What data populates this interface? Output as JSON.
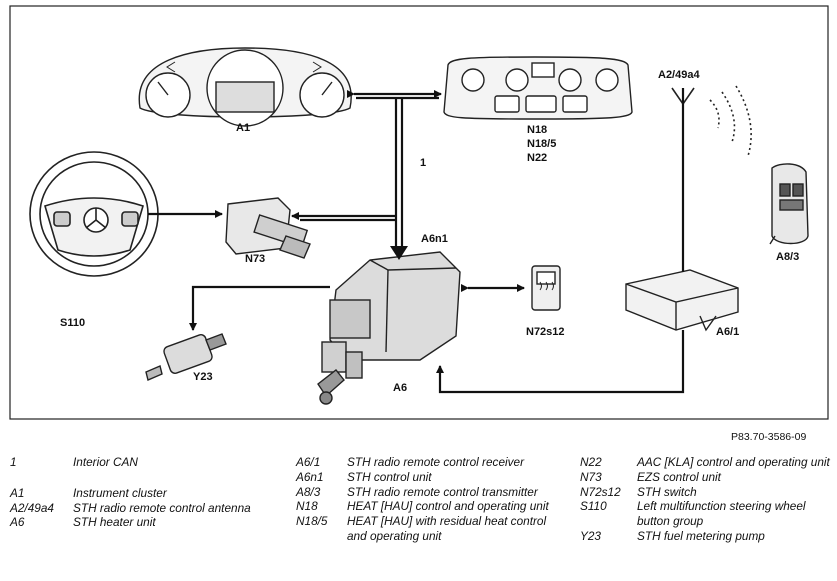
{
  "diagram": {
    "labels": {
      "a1": "A1",
      "n18_group": [
        "N18",
        "N18/5",
        "N22"
      ],
      "antenna": "A2/49a4",
      "can": "1",
      "a6n1": "A6n1",
      "n73": "N73",
      "s110": "S110",
      "y23": "Y23",
      "a6": "A6",
      "n72s12": "N72s12",
      "a6_1": "A6/1",
      "a8_3": "A8/3"
    },
    "doc_number": "P83.70-3586-09"
  },
  "legend": {
    "col1": [
      {
        "code": "1",
        "desc": "Interior CAN"
      },
      {
        "code": "A1",
        "desc": "Instrument cluster"
      },
      {
        "code": "A2/49a4",
        "desc": "STH radio remote control antenna"
      },
      {
        "code": "A6",
        "desc": "STH heater unit"
      }
    ],
    "col2": [
      {
        "code": "A6/1",
        "desc": "STH radio remote control receiver"
      },
      {
        "code": "A6n1",
        "desc": "STH control unit"
      },
      {
        "code": "A8/3",
        "desc": "STH radio remote control transmitter"
      },
      {
        "code": "N18",
        "desc": "HEAT [HAU] control and operating unit"
      },
      {
        "code": "N18/5",
        "desc": "HEAT [HAU] with residual heat control and operating unit"
      }
    ],
    "col3": [
      {
        "code": "N22",
        "desc": "AAC [KLA] control and operating unit"
      },
      {
        "code": "N73",
        "desc": "EZS control unit"
      },
      {
        "code": "N72s12",
        "desc": "STH switch"
      },
      {
        "code": "S110",
        "desc": "Left multifunction steering wheel button group"
      },
      {
        "code": "Y23",
        "desc": "STH fuel metering pump"
      }
    ]
  }
}
